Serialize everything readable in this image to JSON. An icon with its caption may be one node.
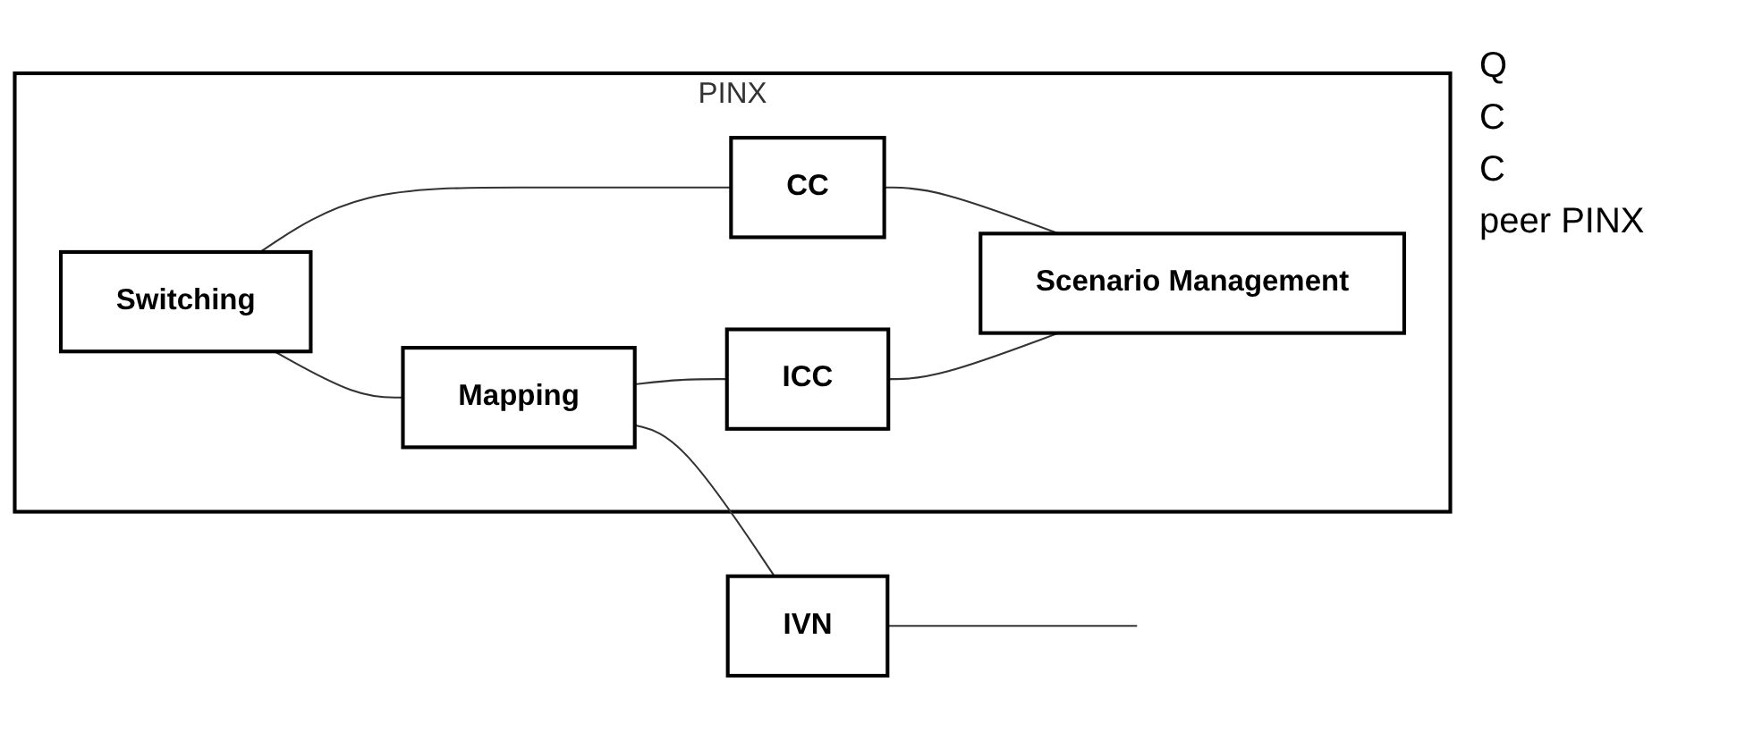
{
  "diagram": {
    "nodes": [
      {
        "text": [
          "PINX"
        ]
      },
      {
        "text": [
          "Switching"
        ],
        "in": 0
      },
      {
        "text": [
          "Mapping"
        ],
        "in": 0
      },
      {
        "text": [
          "CC"
        ],
        "in": 0
      },
      {
        "text": [
          "ICC"
        ],
        "in": 0
      },
      {
        "text": [
          "Scenario Management"
        ],
        "in": 0
      },
      {
        "text": [
          "IVN"
        ]
      }
    ],
    "edges": [
      {
        "from": 1,
        "to": 2,
        "arrow": "none"
      },
      {
        "from": 2,
        "to": 6,
        "arrow": "none"
      },
      {
        "from": 6,
        "to": null,
        "arrow": "none"
      },
      {
        "from": 1,
        "to": 3,
        "arrow": "none"
      },
      {
        "from": 2,
        "to": 4,
        "arrow": "none"
      },
      {
        "from": 3,
        "to": 5,
        "arrow": "none"
      },
      {
        "from": 4,
        "to": 5,
        "arrow": "none"
      }
    ],
    "labels": [
      "Q",
      "C",
      "C",
      "peer PINX"
    ]
  }
}
